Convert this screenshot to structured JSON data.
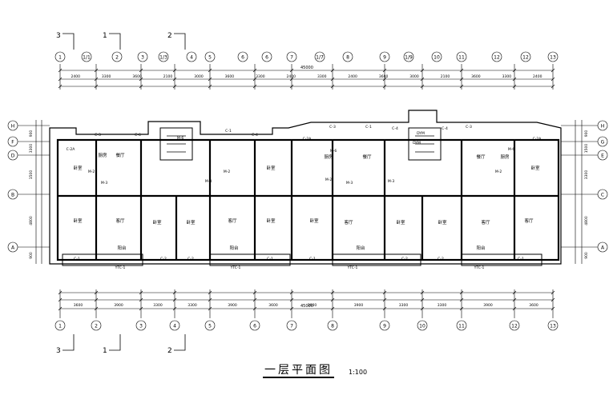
{
  "drawing": {
    "title": "一层平面图",
    "scale": "1:100",
    "overall_dimension": "45000",
    "axis_labels": [
      "1",
      "2",
      "3",
      "4",
      "5",
      "6",
      "7",
      "8",
      "9",
      "10",
      "11",
      "12",
      "13"
    ],
    "top_axis_labels": [
      "1",
      "1/1",
      "2",
      "3",
      "1/3",
      "4",
      "5",
      "6",
      "6",
      "7",
      "1/7",
      "8",
      "9",
      "1/9",
      "10",
      "11",
      "12",
      "12",
      "13"
    ],
    "row_labels_left": [
      "H",
      "F",
      "D",
      "B",
      "A"
    ],
    "row_labels_right": [
      "H",
      "G",
      "E",
      "C",
      "A"
    ],
    "section_marks_top": [
      "3",
      "1",
      "2"
    ],
    "section_marks_bottom": [
      "3",
      "1",
      "2"
    ],
    "rooms": [
      {
        "text": "卧室"
      },
      {
        "text": "厨房"
      },
      {
        "text": "餐厅"
      },
      {
        "text": "客厅"
      },
      {
        "text": "阳台"
      },
      {
        "text": "卧室"
      },
      {
        "text": "卧室"
      },
      {
        "text": "客厅"
      },
      {
        "text": "卧室"
      },
      {
        "text": "阳台"
      },
      {
        "text": "卧室"
      },
      {
        "text": "厨房"
      },
      {
        "text": "餐厅"
      },
      {
        "text": "卧室"
      },
      {
        "text": "客厅"
      },
      {
        "text": "卧室"
      },
      {
        "text": "卧室"
      },
      {
        "text": "客厅"
      },
      {
        "text": "卧室"
      },
      {
        "text": "阳台"
      },
      {
        "text": "厨房"
      },
      {
        "text": "餐厅"
      },
      {
        "text": "卧室"
      },
      {
        "text": "客厅"
      },
      {
        "text": "阳台"
      }
    ],
    "tags": [
      {
        "text": "C-2A"
      },
      {
        "text": "C-3"
      },
      {
        "text": "C-6"
      },
      {
        "text": "C-1"
      },
      {
        "text": "C-4"
      },
      {
        "text": "C-2A"
      },
      {
        "text": "C-3"
      },
      {
        "text": "C-4"
      },
      {
        "text": "C-1"
      },
      {
        "text": "C-4"
      },
      {
        "text": "C-3"
      },
      {
        "text": "C-2A"
      },
      {
        "text": "M-2"
      },
      {
        "text": "M-3"
      },
      {
        "text": "M-2"
      },
      {
        "text": "M-3"
      },
      {
        "text": "M-2"
      },
      {
        "text": "M-3"
      },
      {
        "text": "M-3"
      },
      {
        "text": "M-2"
      },
      {
        "text": "YTC-1"
      },
      {
        "text": "YTC-1"
      },
      {
        "text": "YTC-1"
      },
      {
        "text": "YTC-1"
      },
      {
        "text": "C-1"
      },
      {
        "text": "C-2"
      },
      {
        "text": "C-2"
      },
      {
        "text": "C-1"
      },
      {
        "text": "C-1"
      },
      {
        "text": "C-2"
      },
      {
        "text": "C-2"
      },
      {
        "text": "C-1"
      },
      {
        "text": "M-6"
      },
      {
        "text": "M-6"
      },
      {
        "text": "M-6"
      },
      {
        "text": "DYM"
      },
      {
        "text": "DYM"
      }
    ],
    "top_dims": [
      "2400",
      "3300",
      "3600",
      "2100",
      "3000",
      "3600",
      "3300",
      "2400",
      "3300",
      "2400",
      "3600",
      "3000",
      "2100",
      "3600",
      "3300",
      "2400"
    ],
    "bottom_dims": [
      "3600",
      "3900",
      "3300",
      "3300",
      "3900",
      "3600",
      "3600",
      "3900",
      "3300",
      "3300",
      "3900",
      "3600"
    ],
    "left_dims": [
      "900",
      "3300",
      "1500",
      "4800",
      "900"
    ],
    "right_dims": [
      "900",
      "1500",
      "3300",
      "4800",
      "900"
    ]
  }
}
